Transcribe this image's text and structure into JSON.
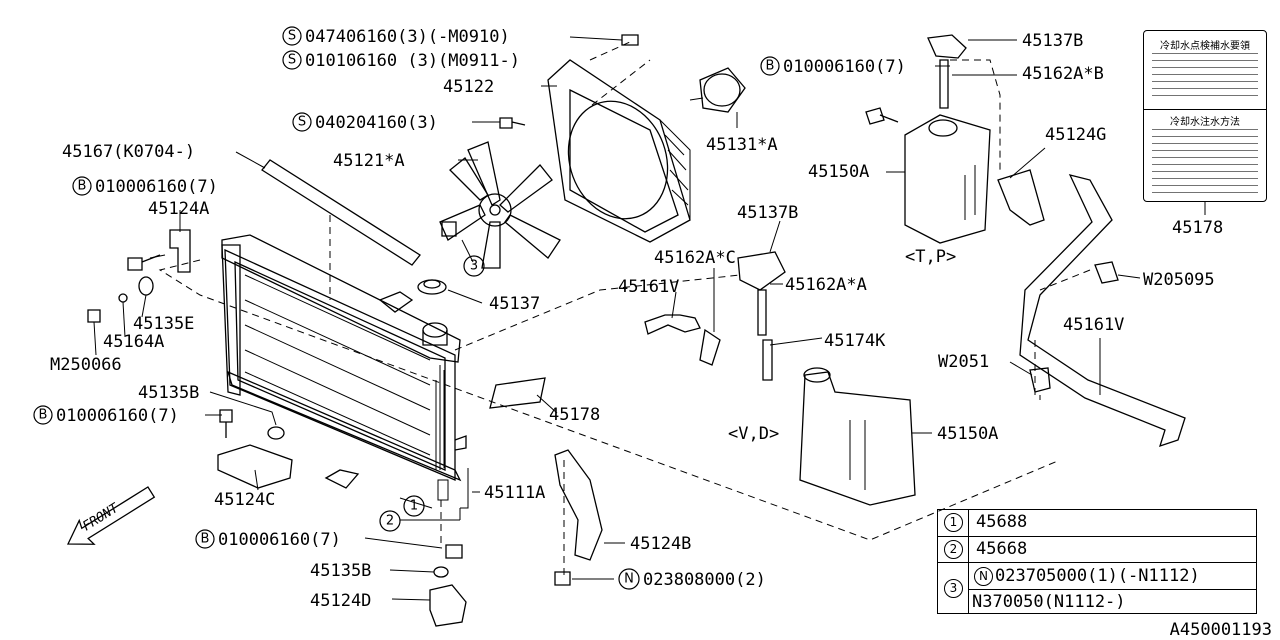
{
  "callouts": {
    "s1": "047406160(3)(-M0910)",
    "s2": "010106160 (3)(M0911-)",
    "p45122": "45122",
    "s3": "040204160(3)",
    "p45131a": "45131*A",
    "p45121a": "45121*A",
    "p45167": "45167(K0704-)",
    "b1": "010006160(7)",
    "p45124a": "45124A",
    "c3": "3",
    "p45137": "45137",
    "p45135e": "45135E",
    "p45164a": "45164A",
    "m250066": "M250066",
    "p45135b_top": "45135B",
    "b2": "010006160(7)",
    "p45124c": "45124C",
    "p45178_small": "45178",
    "p45111a": "45111A",
    "c1": "1",
    "c2": "2",
    "b3": "010006160(7)",
    "p45135b_bot": "45135B",
    "p45124d": "45124D",
    "p45124b": "45124B",
    "n1": "023808000(2)",
    "p45162ac": "45162A*C",
    "p45137b_mid": "45137B",
    "p45161v_left": "45161V",
    "p45162aa": "45162A*A",
    "p45174k": "45174K",
    "vd": "<V,D>",
    "p45150a_bot": "45150A",
    "p45137b_top": "45137B",
    "b4": "010006160(7)",
    "p45162ab": "45162A*B",
    "p45124g": "45124G",
    "p45150a_top": "45150A",
    "tp": "<T,P>",
    "p45178_card": "45178",
    "w205095": "W205095",
    "p45161v_right": "45161V",
    "w2051": "W2051",
    "front": "FRONT"
  },
  "label_card": {
    "title1": "冷却水点検補水要領",
    "title2": "冷却水注水方法"
  },
  "legend": [
    {
      "num": "1",
      "prefix": "",
      "text": "45688"
    },
    {
      "num": "2",
      "prefix": "",
      "text": "45668"
    },
    {
      "num": "3",
      "prefix": "N",
      "text": "023705000(1)(-N1112)"
    },
    {
      "num": "",
      "prefix": "",
      "text": "N370050(N1112-)"
    }
  ],
  "reference": "A450001193"
}
